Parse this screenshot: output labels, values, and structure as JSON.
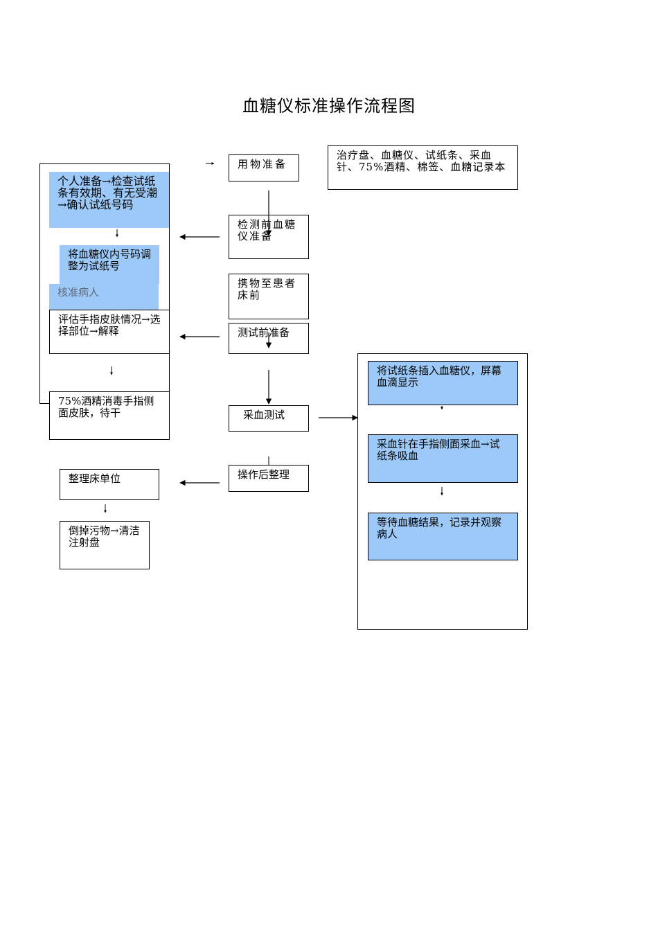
{
  "title": "血糖仪标准操作流程图",
  "main_steps": {
    "prepare_items": "用物准备",
    "pre_test_meter": "检测前血糖仪准备",
    "to_bedside": "携物至患者床前",
    "pre_test": "测试前准备",
    "collect_blood": "采血测试",
    "after_op": "操作后整理"
  },
  "items_list": "治疗盘、血糖仪、试纸条、采血针、75%酒精、棉签、血糖记录本",
  "left_steps": {
    "personal_prep": "个人准备→检查试纸条有效期、有无受潮→确认试纸号码",
    "adjust_code": "将血糖仪内号码调整为试纸号",
    "hidden_text": "核准病人",
    "evaluate": "评估手指皮肤情况→选择部位→解释",
    "disinfect": "75%酒精消毒手指侧面皮肤，待干",
    "tidy_bed": "整理床单位",
    "dispose": "倒掉污物→清洁注射盘"
  },
  "right_steps": {
    "insert_strip": "将试纸条插入血糖仪，屏幕血滴显示",
    "prick": "采血针在手指侧面采血→试纸条吸血",
    "wait_result": "等待血糖结果，记录并观察病人"
  },
  "colors": {
    "highlight": "#9cc9f7",
    "line": "#000000"
  }
}
